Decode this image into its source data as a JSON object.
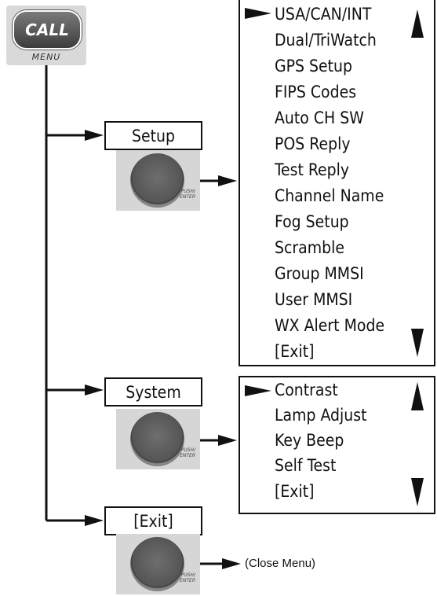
{
  "call_button": {
    "label": "CALL",
    "sub_label": "MENU"
  },
  "knob_text": {
    "line1": "PUSH/",
    "line2": "ENTER"
  },
  "branches": [
    {
      "label": "Setup"
    },
    {
      "label": "System"
    },
    {
      "label": "[Exit]"
    }
  ],
  "setup_menu": {
    "items": [
      "USA/CAN/INT",
      "Dual/TriWatch",
      "GPS Setup",
      "FIPS Codes",
      "Auto CH SW",
      "POS Reply",
      "Test Reply",
      "Channel Name",
      "Fog Setup",
      "Scramble",
      "Group MMSI",
      "User MMSI",
      "WX Alert Mode",
      "[Exit]"
    ],
    "selected_index": 0
  },
  "system_menu": {
    "items": [
      "Contrast",
      "Lamp Adjust",
      "Key Beep",
      "Self Test",
      "[Exit]"
    ],
    "selected_index": 0
  },
  "exit_result": "(Close Menu)"
}
